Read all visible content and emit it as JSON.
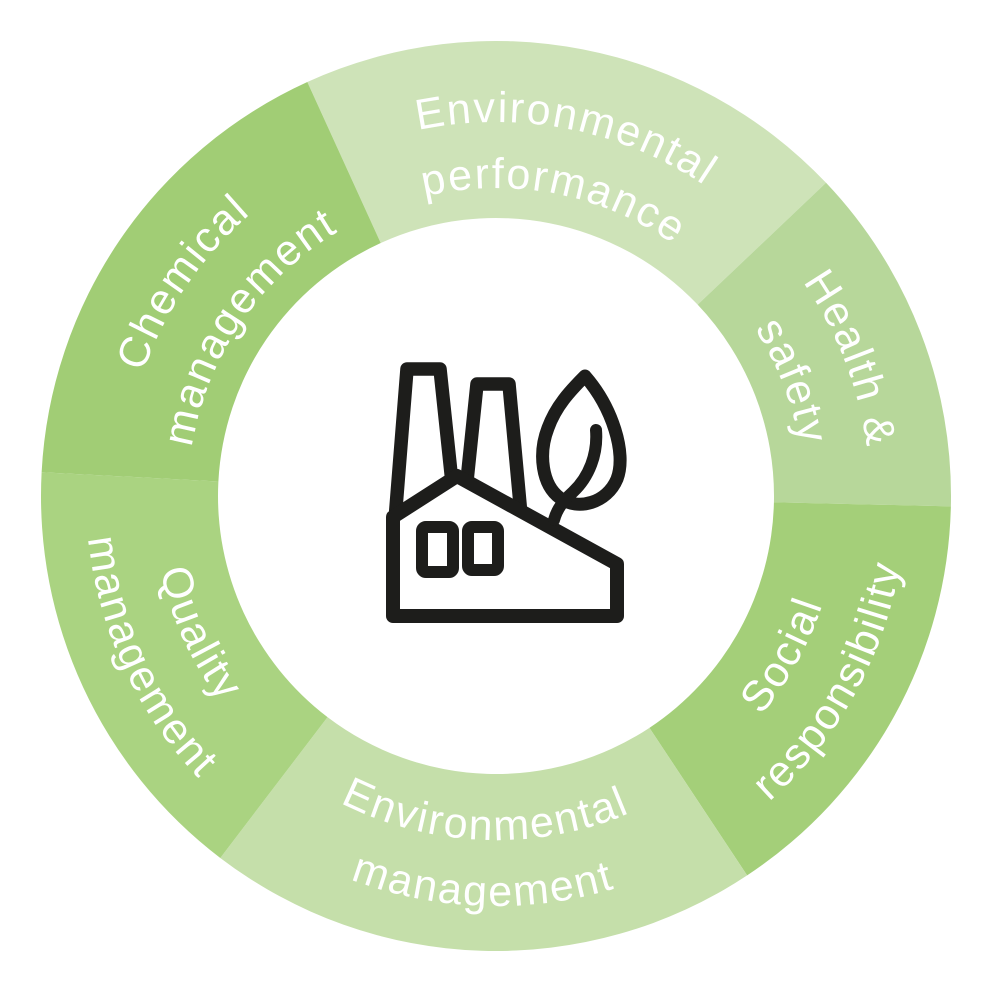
{
  "diagram": {
    "type": "circular-cycle",
    "background_color": "#ffffff",
    "label_color": "#ffffff",
    "segments": [
      {
        "id": "environmental-performance",
        "lines": [
          "Environmental",
          "performance"
        ],
        "color": "#cee3b8",
        "start_deg": 43.5,
        "end_deg": 114.5,
        "label_orientation": "tops-outward"
      },
      {
        "id": "health-safety",
        "lines": [
          "Health &",
          "safety"
        ],
        "color": "#b7d79a",
        "start_deg": -1.3,
        "end_deg": 43.5,
        "label_orientation": "tops-outward"
      },
      {
        "id": "social-responsibility",
        "lines": [
          "Social",
          "responsibility"
        ],
        "color": "#a4cf79",
        "start_deg": -56.5,
        "end_deg": -1.3,
        "label_orientation": "tops-inward"
      },
      {
        "id": "environmental-management",
        "lines": [
          "Environmental",
          "management"
        ],
        "color": "#c5dfaa",
        "start_deg": -127.3,
        "end_deg": -56.5,
        "label_orientation": "tops-inward"
      },
      {
        "id": "quality-management",
        "lines": [
          "Quality",
          "management"
        ],
        "color": "#aad381",
        "start_deg": -183,
        "end_deg": -127.3,
        "label_orientation": "tops-inward"
      },
      {
        "id": "chemical-management",
        "lines": [
          "Chemical",
          "management"
        ],
        "color": "#a1cd75",
        "start_deg": 114.5,
        "end_deg": 177,
        "label_orientation": "tops-outward"
      }
    ],
    "center_icon": {
      "name": "eco-factory-icon",
      "description": "Line icon of a factory with two chimneys, two windows and a leaf",
      "color": "#1d1d1b"
    }
  }
}
